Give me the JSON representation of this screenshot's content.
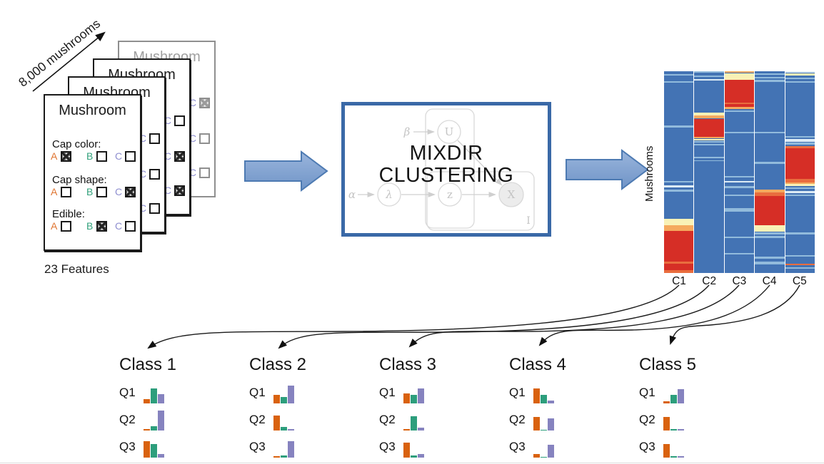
{
  "survey": {
    "count_label": "8,000 mushrooms",
    "features_label": "23 Features",
    "card_title": "Mushroom",
    "option_colors": {
      "A": "#df7430",
      "B": "#33a17c",
      "C": "#8f8fd0"
    },
    "front_card": {
      "questions": [
        {
          "label": "Cap color:",
          "options": [
            {
              "letter": "A",
              "checked": true
            },
            {
              "letter": "B",
              "checked": false
            },
            {
              "letter": "C",
              "checked": false
            }
          ]
        },
        {
          "label": "Cap shape:",
          "options": [
            {
              "letter": "A",
              "checked": false
            },
            {
              "letter": "B",
              "checked": false
            },
            {
              "letter": "C",
              "checked": true
            }
          ]
        },
        {
          "label": "Edible:",
          "options": [
            {
              "letter": "A",
              "checked": false
            },
            {
              "letter": "B",
              "checked": true
            },
            {
              "letter": "C",
              "checked": false
            }
          ]
        }
      ]
    },
    "back_cards": [
      {
        "title": "Mushroom",
        "grayed": false,
        "visible_c_checkboxes": [
          false,
          false,
          false
        ]
      },
      {
        "title": "Mushroom",
        "grayed": false,
        "visible_c_checkboxes": [
          false,
          true,
          true
        ]
      },
      {
        "title": "Mushroom",
        "grayed": true,
        "visible_c_checkboxes": [
          true,
          false,
          false
        ]
      }
    ]
  },
  "mixdir": {
    "title_line1": "MIXDIR",
    "title_line2": "CLUSTERING",
    "border_color": "#3a69a7",
    "model": {
      "alpha": "α",
      "beta": "β",
      "lambda": "λ",
      "u": "U",
      "z": "z",
      "x": "X",
      "plate_label": "I"
    }
  },
  "heatmap": {
    "ylabel": "Mushrooms",
    "column_labels": [
      "C1",
      "C2",
      "C3",
      "C4",
      "C5"
    ],
    "palette": {
      "base": "#4373b4",
      "lb": "#92bbdc",
      "wh": "#dcebf5",
      "yl": "#f9f1b6",
      "lo": "#f5a95e",
      "or": "#e96d3e",
      "rd": "#d62e26"
    },
    "columns": [
      {
        "label": "C1",
        "segments": [
          [
            0.013,
            0.021,
            "lb"
          ],
          [
            0.048,
            0.056,
            "lb"
          ],
          [
            0.27,
            0.278,
            "lb"
          ],
          [
            0.545,
            0.553,
            "lb"
          ],
          [
            0.567,
            0.575,
            "wh"
          ],
          [
            0.588,
            0.596,
            "lb"
          ],
          [
            0.73,
            0.762,
            "yl"
          ],
          [
            0.762,
            0.79,
            "lo"
          ],
          [
            0.79,
            0.945,
            "rd"
          ],
          [
            0.945,
            0.955,
            "or"
          ],
          [
            0.955,
            0.985,
            "rd"
          ],
          [
            0.985,
            1.0,
            "or"
          ]
        ]
      },
      {
        "label": "C2",
        "segments": [
          [
            0.0,
            0.008,
            "lb"
          ],
          [
            0.022,
            0.03,
            "lb"
          ],
          [
            0.038,
            0.046,
            "wh"
          ],
          [
            0.205,
            0.22,
            "yl"
          ],
          [
            0.22,
            0.235,
            "lo"
          ],
          [
            0.235,
            0.325,
            "rd"
          ],
          [
            0.325,
            0.333,
            "lo"
          ],
          [
            0.335,
            0.343,
            "yl"
          ],
          [
            0.345,
            0.352,
            "lb"
          ],
          [
            0.36,
            0.367,
            "lb"
          ],
          [
            0.425,
            0.432,
            "lb"
          ],
          [
            0.44,
            0.447,
            "lb"
          ]
        ]
      },
      {
        "label": "C3",
        "segments": [
          [
            0.0,
            0.008,
            "lo"
          ],
          [
            0.012,
            0.042,
            "yl"
          ],
          [
            0.042,
            0.155,
            "rd"
          ],
          [
            0.155,
            0.163,
            "or"
          ],
          [
            0.163,
            0.175,
            "rd"
          ],
          [
            0.175,
            0.188,
            "lo"
          ],
          [
            0.195,
            0.203,
            "lb"
          ],
          [
            0.3,
            0.308,
            "lb"
          ],
          [
            0.52,
            0.528,
            "lb"
          ],
          [
            0.545,
            0.553,
            "wh"
          ],
          [
            0.57,
            0.578,
            "lb"
          ],
          [
            0.61,
            0.618,
            "lb"
          ],
          [
            0.68,
            0.695,
            "lb"
          ],
          [
            0.82,
            0.828,
            "lb"
          ],
          [
            0.9,
            0.907,
            "lb"
          ]
        ]
      },
      {
        "label": "C4",
        "segments": [
          [
            0.01,
            0.018,
            "lb"
          ],
          [
            0.028,
            0.036,
            "lb"
          ],
          [
            0.044,
            0.052,
            "lb"
          ],
          [
            0.3,
            0.308,
            "lb"
          ],
          [
            0.45,
            0.458,
            "lb"
          ],
          [
            0.585,
            0.6,
            "lo"
          ],
          [
            0.6,
            0.62,
            "or"
          ],
          [
            0.62,
            0.765,
            "rd"
          ],
          [
            0.765,
            0.795,
            "yl"
          ],
          [
            0.8,
            0.808,
            "lb"
          ],
          [
            0.818,
            0.826,
            "lb"
          ],
          [
            0.92,
            0.928,
            "lb"
          ],
          [
            0.945,
            0.958,
            "lb"
          ]
        ]
      },
      {
        "label": "C5",
        "segments": [
          [
            0.0,
            0.007,
            "wh"
          ],
          [
            0.012,
            0.022,
            "yl"
          ],
          [
            0.032,
            0.04,
            "lb"
          ],
          [
            0.048,
            0.056,
            "lb"
          ],
          [
            0.32,
            0.328,
            "lb"
          ],
          [
            0.335,
            0.35,
            "wh"
          ],
          [
            0.355,
            0.363,
            "lb"
          ],
          [
            0.37,
            0.382,
            "or"
          ],
          [
            0.382,
            0.535,
            "rd"
          ],
          [
            0.535,
            0.55,
            "or"
          ],
          [
            0.55,
            0.56,
            "lo"
          ],
          [
            0.56,
            0.568,
            "yl"
          ],
          [
            0.575,
            0.583,
            "lb"
          ],
          [
            0.595,
            0.603,
            "wh"
          ],
          [
            0.61,
            0.617,
            "lb"
          ],
          [
            0.8,
            0.808,
            "lb"
          ],
          [
            0.91,
            0.918,
            "lb"
          ],
          [
            0.953,
            0.962,
            "or"
          ],
          [
            0.972,
            0.98,
            "lb"
          ]
        ]
      }
    ]
  },
  "classes": {
    "bar_colors": [
      "#d9620f",
      "#2d9e7c",
      "#8683bf"
    ],
    "items": [
      {
        "name": "Class 1",
        "questions": [
          {
            "label": "Q1",
            "values": [
              0.2,
              0.72,
              0.45
            ]
          },
          {
            "label": "Q2",
            "values": [
              0.07,
              0.2,
              0.95
            ]
          },
          {
            "label": "Q3",
            "values": [
              0.8,
              0.65,
              0.18
            ]
          }
        ]
      },
      {
        "name": "Class 2",
        "questions": [
          {
            "label": "Q1",
            "values": [
              0.42,
              0.3,
              0.85
            ]
          },
          {
            "label": "Q2",
            "values": [
              0.72,
              0.18,
              0.07
            ]
          },
          {
            "label": "Q3",
            "values": [
              0.06,
              0.12,
              0.8
            ]
          }
        ]
      },
      {
        "name": "Class 3",
        "questions": [
          {
            "label": "Q1",
            "values": [
              0.48,
              0.42,
              0.72
            ]
          },
          {
            "label": "Q2",
            "values": [
              0.06,
              0.68,
              0.15
            ]
          },
          {
            "label": "Q3",
            "values": [
              0.72,
              0.1,
              0.16
            ]
          }
        ]
      },
      {
        "name": "Class 4",
        "questions": [
          {
            "label": "Q1",
            "values": [
              0.72,
              0.42,
              0.14
            ]
          },
          {
            "label": "Q2",
            "values": [
              0.66,
              0.05,
              0.58
            ]
          },
          {
            "label": "Q3",
            "values": [
              0.18,
              0.05,
              0.62
            ]
          }
        ]
      },
      {
        "name": "Class 5",
        "questions": [
          {
            "label": "Q1",
            "values": [
              0.12,
              0.42,
              0.68
            ]
          },
          {
            "label": "Q2",
            "values": [
              0.66,
              0.06,
              0.06
            ]
          },
          {
            "label": "Q3",
            "values": [
              0.66,
              0.07,
              0.07
            ]
          }
        ]
      }
    ]
  }
}
